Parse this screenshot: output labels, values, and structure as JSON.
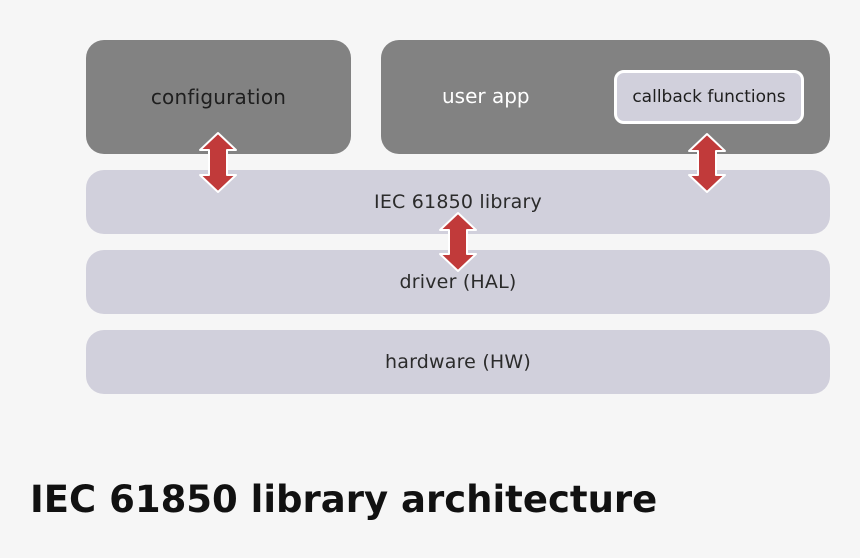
{
  "diagram": {
    "configuration": "configuration",
    "user_app": "user app",
    "callback_functions": "callback functions",
    "library": "IEC 61850 library",
    "driver": "driver (HAL)",
    "hardware": "hardware (HW)"
  },
  "footer": {
    "title": "IEC 61850 library architecture"
  },
  "colors": {
    "dark_box": "#828282",
    "light_box": "#d1d0dc",
    "arrow": "#c13a3a"
  }
}
